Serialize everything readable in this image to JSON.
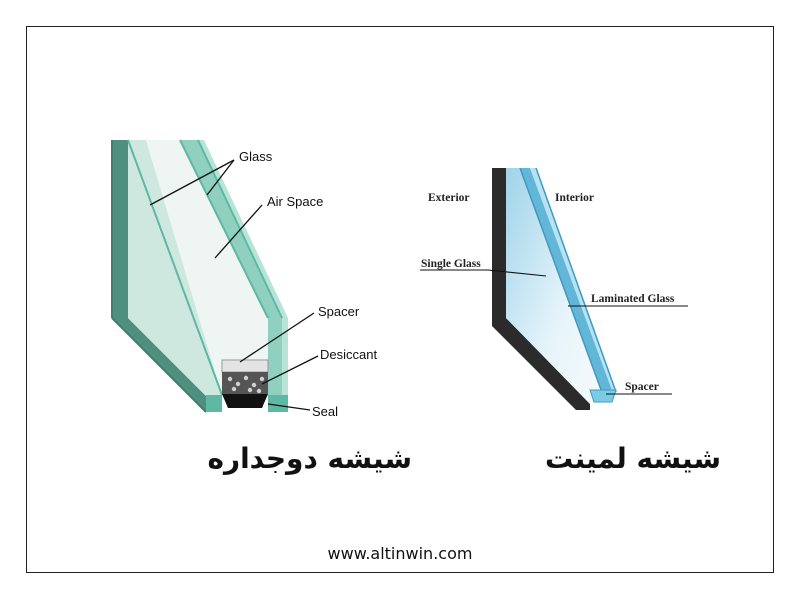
{
  "double_glazing": {
    "labels": {
      "glass": "Glass",
      "air_space": "Air Space",
      "spacer": "Spacer",
      "desiccant": "Desiccant",
      "seal": "Seal"
    },
    "caption": "شیشه دوجداره"
  },
  "laminated_glass": {
    "labels": {
      "exterior": "Exterior",
      "interior": "Interior",
      "single_glass": "Single Glass",
      "laminated_glass": "Laminated Glass",
      "spacer": "Spacer"
    },
    "caption": "شیشه لمینت"
  },
  "footer": {
    "website": "www.altinwin.com"
  },
  "colors": {
    "glass_edge": "#5db8a4",
    "glass_fill": "#d4ece5",
    "glass_dark": "#3f7f6e",
    "laminated_blue": "#62b6d8",
    "frame_dark": "#2b2b2b"
  }
}
